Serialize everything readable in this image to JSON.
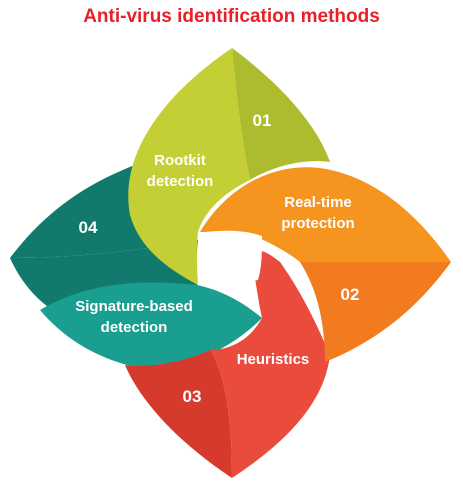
{
  "title": "Anti-virus identification methods",
  "methods": [
    {
      "number": "01",
      "label_lines": [
        "Rootkit",
        "detection"
      ],
      "colors": {
        "main": "#c4cf35",
        "dark": "#adbb2f"
      }
    },
    {
      "number": "02",
      "label_lines": [
        "Real-time",
        "protection"
      ],
      "colors": {
        "main": "#f69420",
        "dark": "#f27b1f"
      }
    },
    {
      "number": "03",
      "label_lines": [
        "Heuristics"
      ],
      "colors": {
        "main": "#e94c3d",
        "dark": "#d63a2c"
      }
    },
    {
      "number": "04",
      "label_lines": [
        "Signature-based",
        "detection"
      ],
      "colors": {
        "main": "#1a9e8f",
        "dark": "#127a6c"
      }
    }
  ]
}
